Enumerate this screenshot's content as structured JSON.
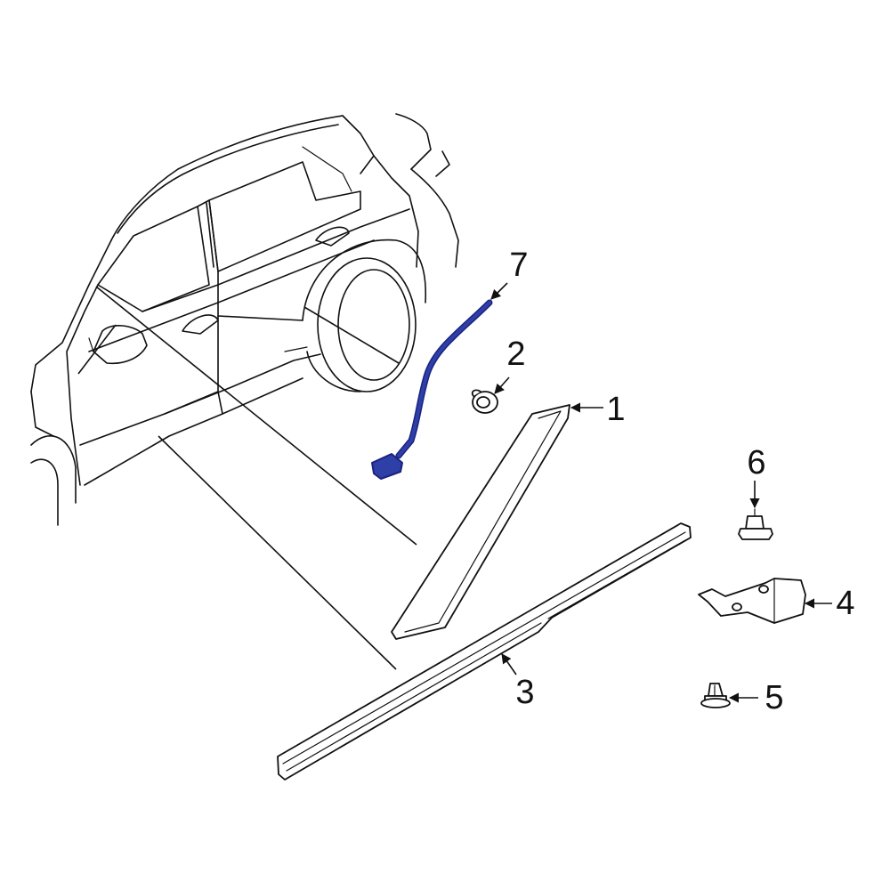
{
  "colors": {
    "line": "#111111",
    "background": "#ffffff",
    "highlight_fill": "#2f3fa8",
    "highlight_stroke": "#1a237e"
  },
  "callouts": {
    "part_1": "1",
    "part_2": "2",
    "part_3": "3",
    "part_4": "4",
    "part_5": "5",
    "part_6": "6",
    "part_7": "7"
  },
  "highlighted_part": "7"
}
